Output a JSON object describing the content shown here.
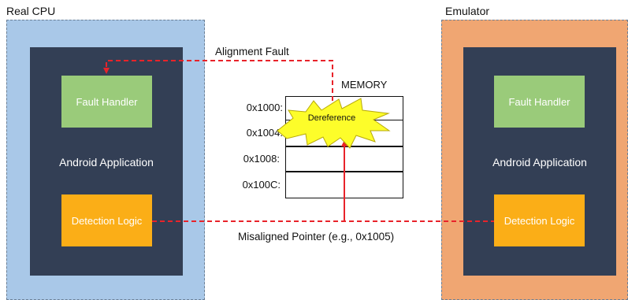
{
  "real_cpu": {
    "label": "Real CPU",
    "app_label": "Android Application",
    "fault_handler": "Fault Handler",
    "detection_logic": "Detection Logic"
  },
  "emulator": {
    "label": "Emulator",
    "app_label": "Android Application",
    "fault_handler": "Fault Handler",
    "detection_logic": "Detection Logic"
  },
  "memory": {
    "title": "MEMORY",
    "addresses": [
      "0x1000:",
      "0x1004:",
      "0x1008:",
      "0x100C:"
    ],
    "dereference_label": "Dereference"
  },
  "annotations": {
    "alignment_fault": "Alignment Fault",
    "misaligned_pointer": "Misaligned Pointer (e.g., 0x1005)"
  },
  "colors": {
    "real_cpu_bg": "#a9c8e8",
    "emulator_bg": "#f0a672",
    "app_bg": "#333f55",
    "fault_handler_bg": "#9acb7a",
    "detection_logic_bg": "#fbae17",
    "arrow": "#e8232a",
    "star_fill": "#fdfd2a"
  }
}
